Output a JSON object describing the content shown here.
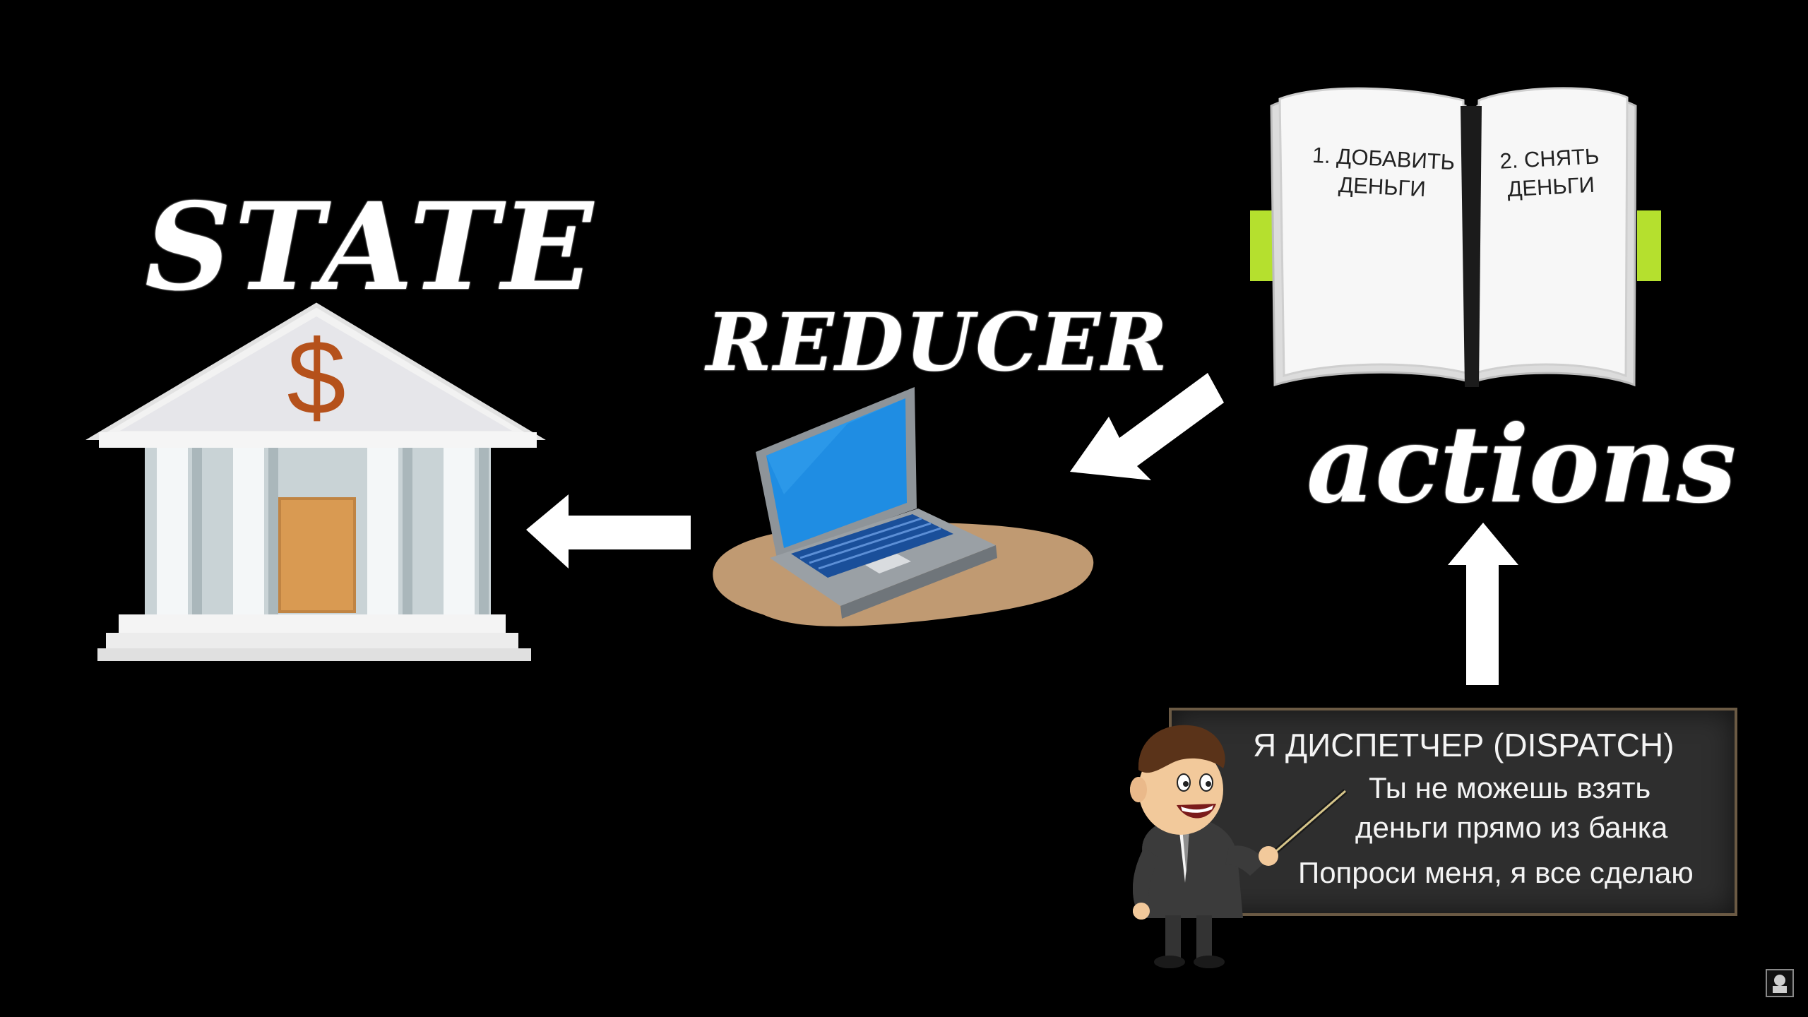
{
  "labels": {
    "state": "STATE",
    "reducer": "REDUCER",
    "actions": "actions"
  },
  "book": {
    "left_page": "1. ДОБАВИТЬ\nДЕНЬГИ",
    "right_page": "2. СНЯТЬ\nДЕНЬГИ"
  },
  "board": {
    "title": "Я ДИСПЕТЧЕР (DISPATCH)",
    "line_1": "Ты не можешь взять",
    "line_2": "деньги прямо из банка",
    "line_3": "Попроси меня, я все сделаю"
  },
  "icons": {
    "bank": "bank-icon",
    "dollar": "dollar-sign-icon",
    "laptop": "laptop-icon",
    "book": "open-book-icon",
    "dispatcher": "teacher-character-icon",
    "corner": "channel-logo-icon"
  },
  "colors": {
    "background": "#000000",
    "text": "#ffffff",
    "arrow": "#ffffff",
    "dollar": "#b5511b",
    "bank_door": "#d99a52",
    "laptop_screen": "#1f8de3",
    "laptop_base": "#c09a72",
    "book_tabs": "#b5e02e",
    "board": "#2e2e2e"
  }
}
